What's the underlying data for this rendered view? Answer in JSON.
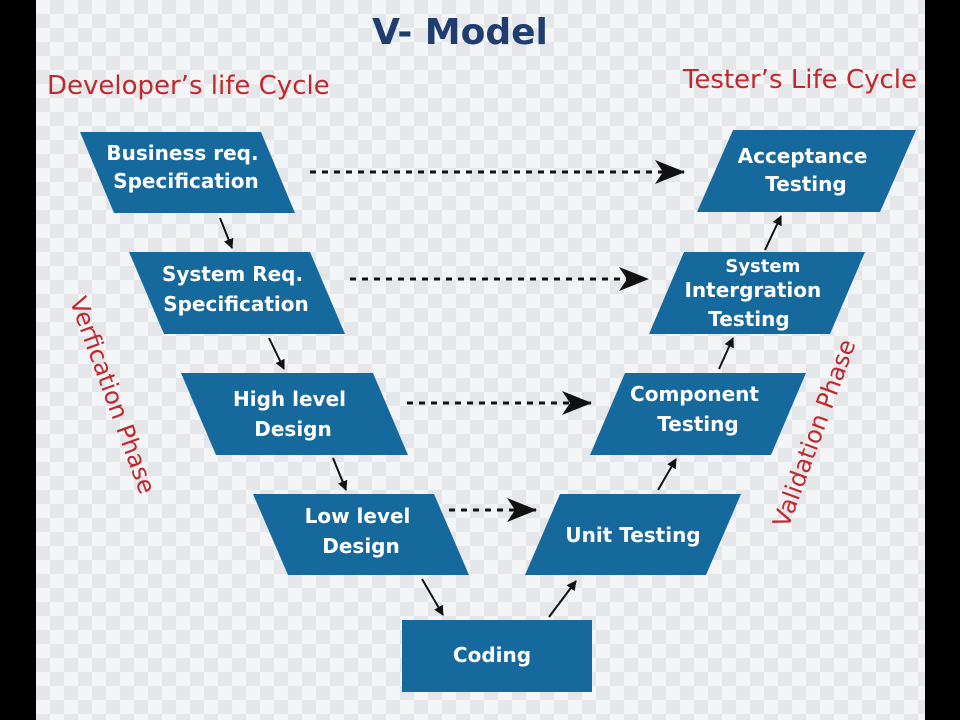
{
  "title": "V- Model",
  "developer_heading": "Developer’s life Cycle",
  "tester_heading": "Tester’s Life Cycle",
  "verification_phase": "Verfication Phase",
  "validation_phase": "Validation Phase",
  "stages": {
    "business_req": [
      "Business req.",
      "Specification"
    ],
    "system_req": [
      "System Req.",
      "Specification"
    ],
    "high_level": [
      "High level",
      "Design"
    ],
    "low_level": [
      "Low level",
      "Design"
    ],
    "coding": [
      "Coding"
    ],
    "unit_testing": [
      "Unit Testing"
    ],
    "component_testing": [
      "Component",
      "Testing"
    ],
    "system_integration": [
      "System",
      "Intergration",
      "Testing"
    ],
    "acceptance_testing": [
      "Acceptance",
      "Testing"
    ]
  },
  "colors": {
    "box": "#16699c",
    "title": "#1f3d6e",
    "heading": "#c0282d"
  }
}
